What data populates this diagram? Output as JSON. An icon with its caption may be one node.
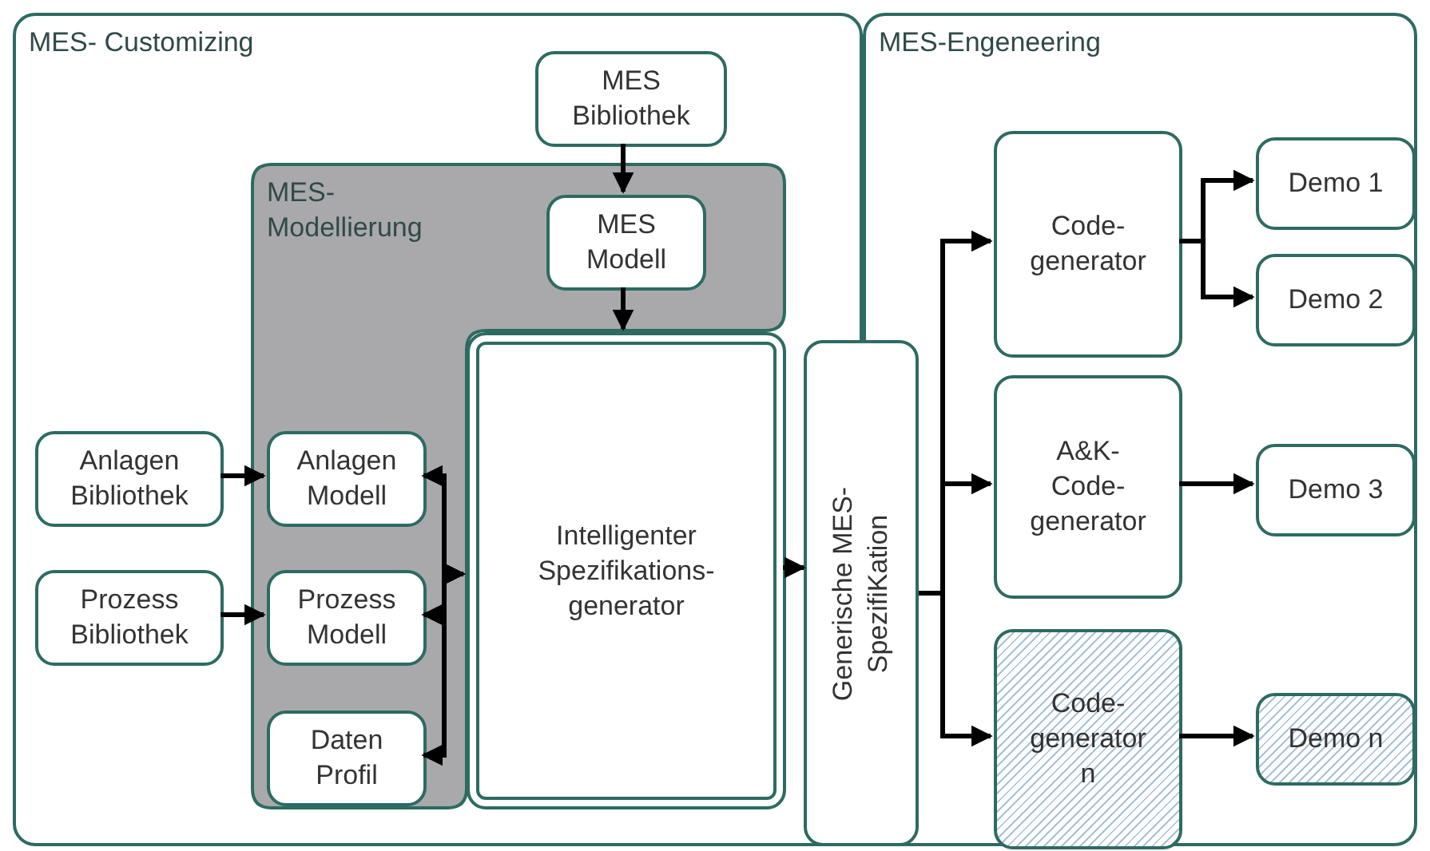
{
  "diagram": {
    "nodes": [
      {
        "text": [
          "MES- Customizing"
        ]
      },
      {
        "text": [
          "MES-Engeneering"
        ]
      },
      {
        "text": [
          "MES Bibliothek"
        ],
        "in": 0
      },
      {
        "text": [
          "MES- Modellierung"
        ],
        "in": 0
      },
      {
        "text": [
          "MES Modell"
        ],
        "in": 3
      },
      {
        "text": [
          "Anlagen Bibliothek"
        ],
        "in": 0
      },
      {
        "text": [
          "Prozess Bibliothek"
        ],
        "in": 0
      },
      {
        "text": [
          "Anlagen Modell"
        ],
        "in": 3
      },
      {
        "text": [
          "Prozess Modell"
        ],
        "in": 3
      },
      {
        "text": [
          "Daten Profil"
        ],
        "in": 3
      },
      {
        "text": [
          "Intelligenter Spezifikations- generator"
        ],
        "in": 0
      },
      {
        "text": [
          "Generische MES- SpezifiKation"
        ]
      },
      {
        "text": [
          "Code- generator"
        ],
        "in": 1
      },
      {
        "text": [
          "A&K- Code- generator"
        ],
        "in": 1
      },
      {
        "text": [
          "Code- generator n"
        ],
        "in": 1
      },
      {
        "text": [
          "Demo 1"
        ],
        "in": 1
      },
      {
        "text": [
          "Demo 2"
        ],
        "in": 1
      },
      {
        "text": [
          "Demo 3"
        ],
        "in": 1
      },
      {
        "text": [
          "Demo n"
        ],
        "in": 1
      }
    ],
    "edges": [
      {
        "from": 2,
        "to": 4,
        "arrow": "to"
      },
      {
        "from": 4,
        "to": 10,
        "arrow": "to"
      },
      {
        "from": 5,
        "to": 7,
        "arrow": "to"
      },
      {
        "from": 6,
        "to": 8,
        "arrow": "to"
      },
      {
        "from": 10,
        "to": 7,
        "arrow": "both"
      },
      {
        "from": 10,
        "to": 8,
        "arrow": "both"
      },
      {
        "from": 10,
        "to": 9,
        "arrow": "both"
      },
      {
        "from": 10,
        "to": 11,
        "arrow": "to"
      },
      {
        "from": 11,
        "to": 12,
        "arrow": "to"
      },
      {
        "from": 11,
        "to": 13,
        "arrow": "to"
      },
      {
        "from": 11,
        "to": 14,
        "arrow": "to"
      },
      {
        "from": 12,
        "to": 15,
        "arrow": "to"
      },
      {
        "from": 12,
        "to": 16,
        "arrow": "to"
      },
      {
        "from": 13,
        "to": 17,
        "arrow": "to"
      },
      {
        "from": 14,
        "to": 18,
        "arrow": "to"
      }
    ]
  }
}
